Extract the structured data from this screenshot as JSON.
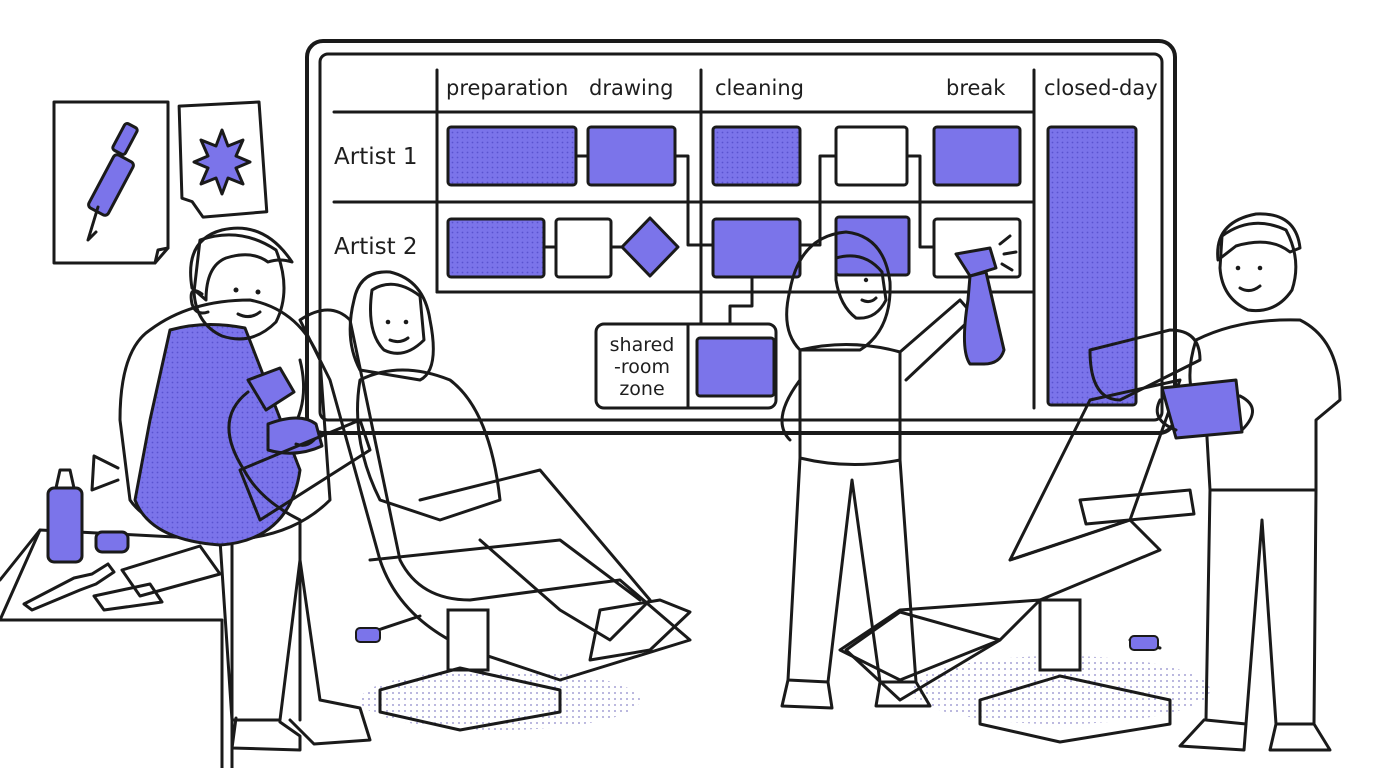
{
  "colors": {
    "accent": "#7b74ea",
    "ink": "#1a1a1a",
    "paper": "#ffffff"
  },
  "board": {
    "columns": {
      "preparation": "preparation",
      "drawing": "drawing",
      "cleaning": "cleaning",
      "break": "break",
      "closed_day": "closed-day"
    },
    "rows": {
      "artist_1": "Artist 1",
      "artist_2": "Artist 2"
    },
    "shared_zone": {
      "line1": "shared",
      "line2": "-room",
      "line3": "zone"
    }
  },
  "icons": [
    "tattoo-machine-icon",
    "star-icon",
    "spray-bottle-icon",
    "tablet-icon"
  ]
}
